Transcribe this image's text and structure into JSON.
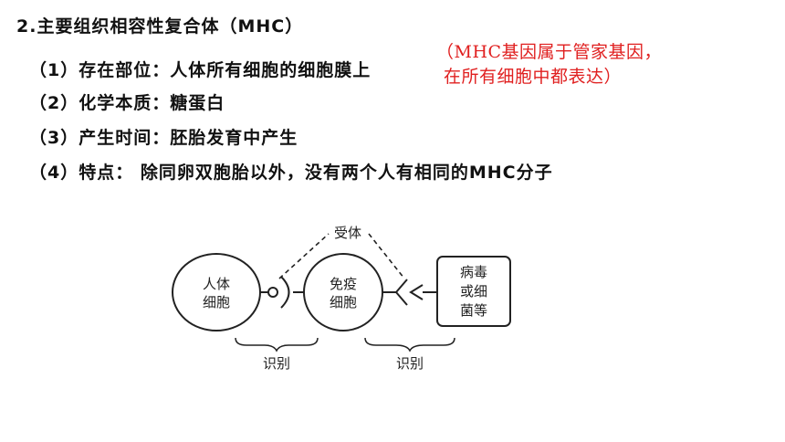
{
  "heading": "2.主要组织相容性复合体（MHC）",
  "items": [
    "（1）存在部位：人体所有细胞的细胞膜上",
    "（2）化学本质：糖蛋白",
    "（3）产生时间：胚胎发育中产生",
    "（4）特点： 除同卵双胞胎以外，没有两个人有相同的MHC分子"
  ],
  "note": {
    "line1": "（MHC基因属于管家基因，",
    "line2": "在所有细胞中都表达）",
    "color": "#e02020"
  },
  "diagram": {
    "receptor_label": "受体",
    "human_cell": [
      "人体",
      "细胞"
    ],
    "immune_cell": [
      "免疫",
      "细胞"
    ],
    "pathogen": [
      "病毒",
      "或细",
      "菌等"
    ],
    "recognition_left": "识别",
    "recognition_right": "识别"
  }
}
